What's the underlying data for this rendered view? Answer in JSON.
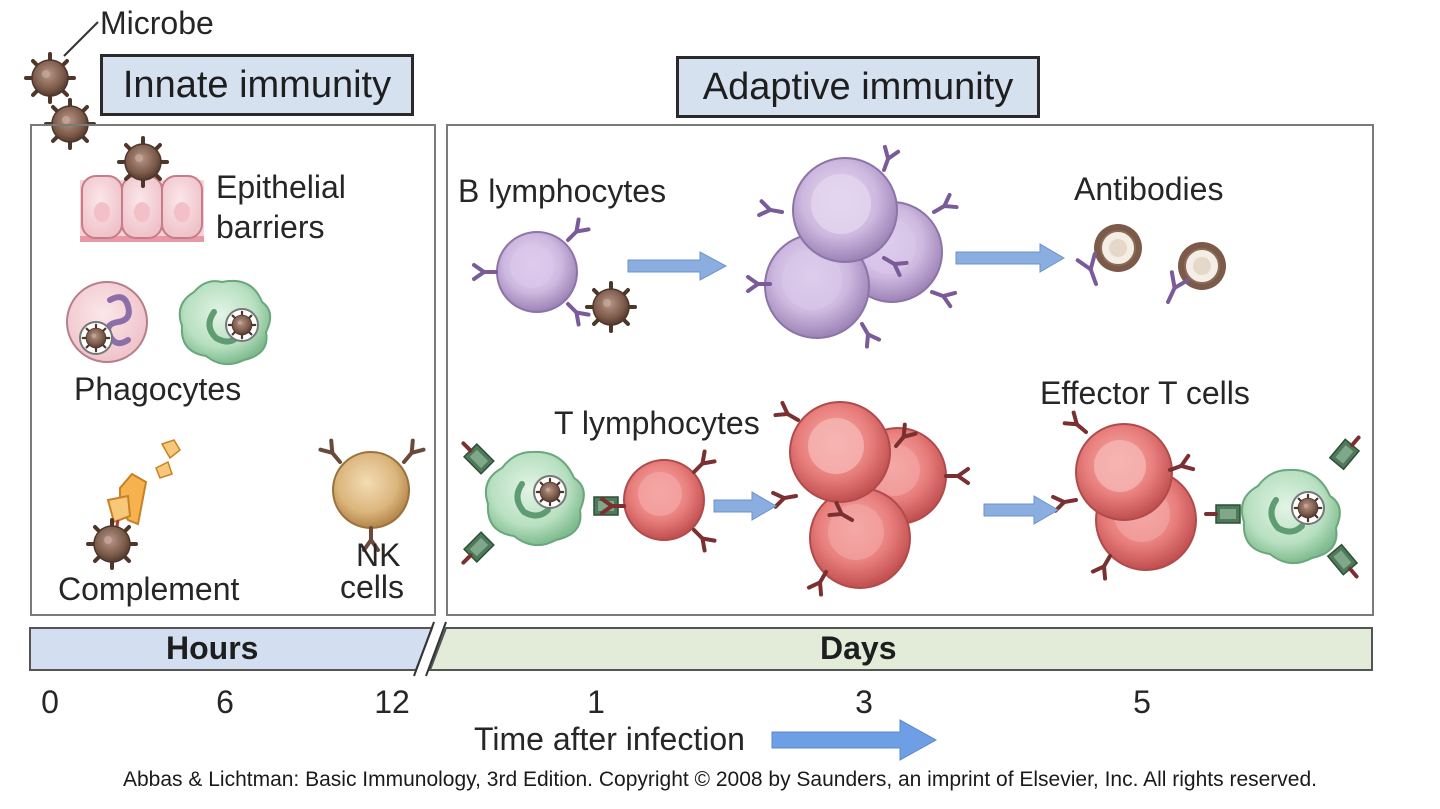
{
  "microbe_label": "Microbe",
  "innate": {
    "title": "Innate immunity",
    "epithelial_label": [
      "Epithelial",
      "barriers"
    ],
    "phagocytes_label": "Phagocytes",
    "complement_label": "Complement",
    "nk_label": [
      "NK",
      "cells"
    ]
  },
  "adaptive": {
    "title": "Adaptive immunity",
    "b_label": "B lymphocytes",
    "antibodies_label": "Antibodies",
    "t_label": "T lymphocytes",
    "effector_label": "Effector T cells"
  },
  "timeline": {
    "hours_label": "Hours",
    "days_label": "Days",
    "ticks": [
      "0",
      "6",
      "12",
      "1",
      "3",
      "5"
    ],
    "axis_label": "Time after infection"
  },
  "credit": "Abbas & Lichtman: Basic Immunology, 3rd Edition. Copyright © 2008 by Saunders, an imprint of Elsevier, Inc. All rights reserved.",
  "colors": {
    "title_fill": "#d6e1f0",
    "hours_band": "#d3dff0",
    "days_band": "#e2ecd9",
    "microbe": "#7a5a48",
    "b_cell": "#c9b4dc",
    "t_cell": "#e77d7d",
    "phagocyte": "#b6dfc0",
    "nk_cell": "#d8b27a",
    "arrow": "#8aaedf"
  }
}
